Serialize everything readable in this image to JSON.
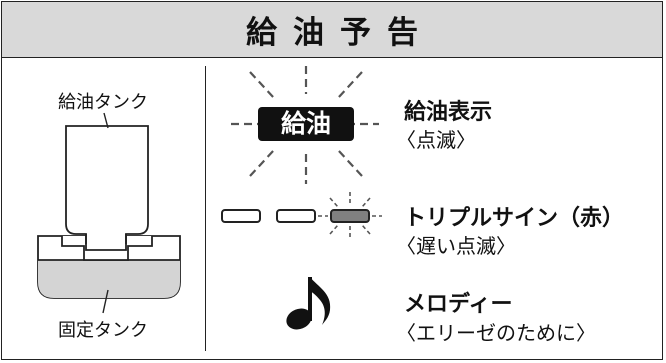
{
  "title": "給油予告",
  "diagram": {
    "supply_tank_label": "給油タンク",
    "fixed_tank_label": "固定タンク"
  },
  "refuel_display": {
    "badge_text": "給油",
    "title": "給油表示",
    "detail": "〈点滅〉"
  },
  "triple_sign": {
    "title": "トリプルサイン（赤）",
    "detail": "〈遅い点滅〉",
    "lit_lamp_color": "#808080"
  },
  "melody": {
    "icon": "eighth-note-icon",
    "title": "メロディー",
    "detail": "〈エリーゼのために〉"
  }
}
